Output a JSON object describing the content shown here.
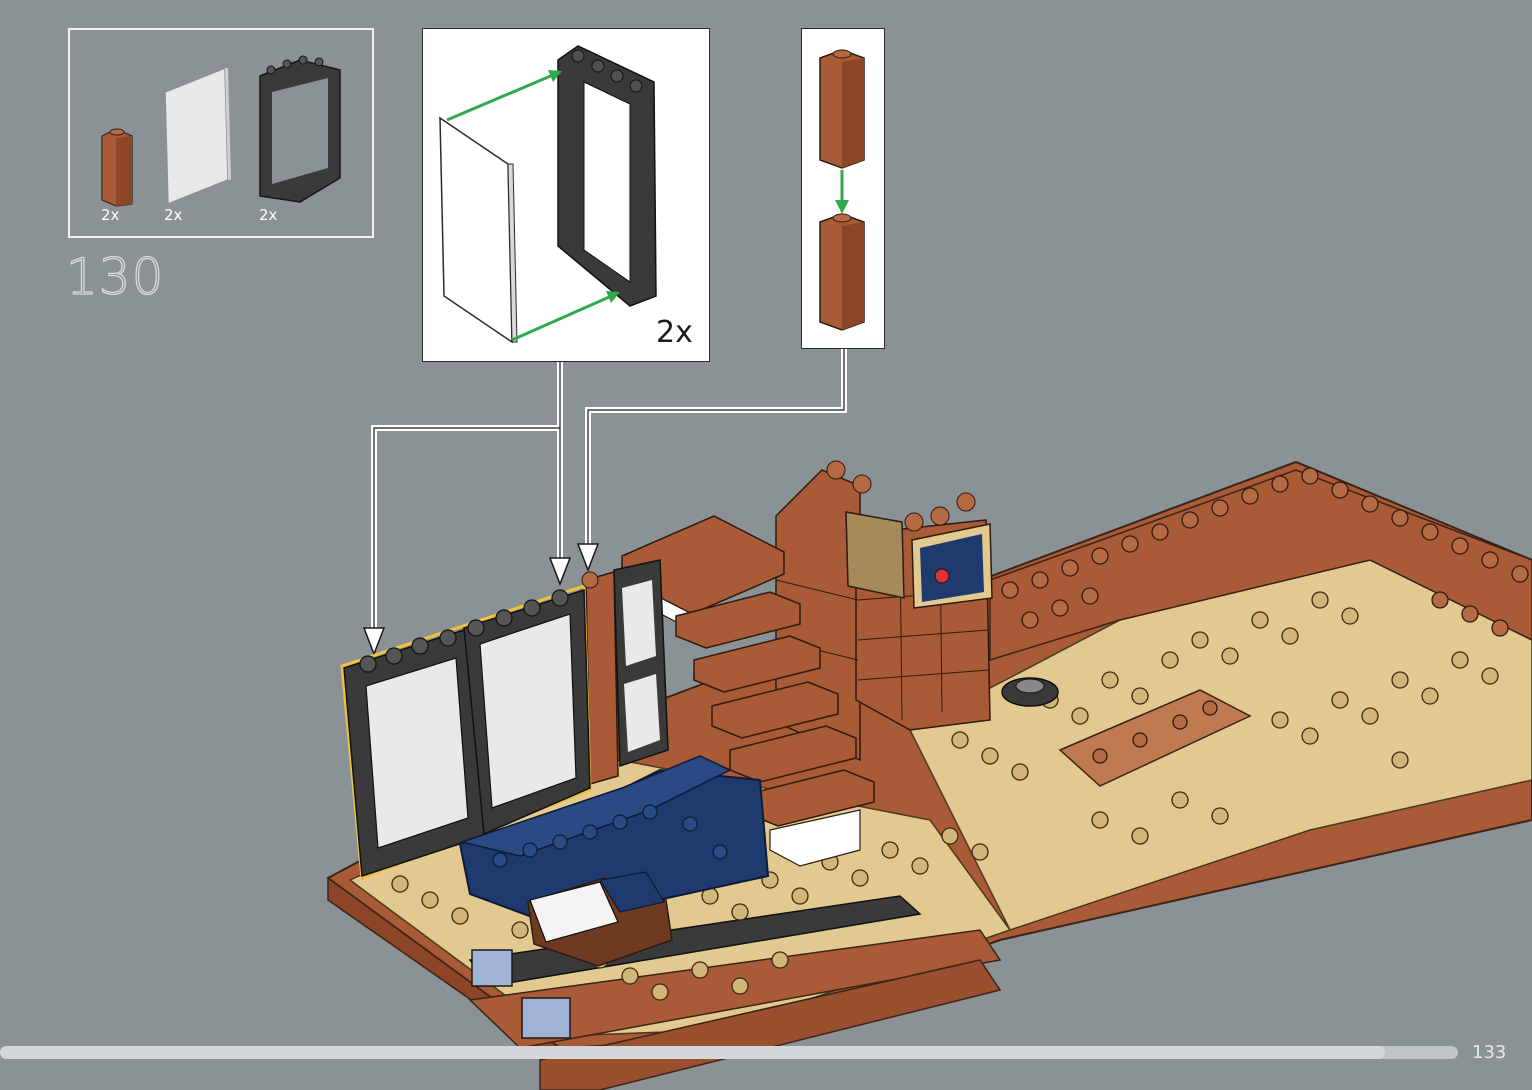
{
  "parts_list": {
    "items": [
      {
        "icon": "brick-1x1x3-reddish-brown-icon",
        "quantity": "2x"
      },
      {
        "icon": "glass-pane-white-icon",
        "quantity": "2x"
      },
      {
        "icon": "window-frame-black-icon",
        "quantity": "2x"
      }
    ]
  },
  "step": {
    "number": "130"
  },
  "sub_assembly_a": {
    "quantity": "2x"
  },
  "page": {
    "number": "133",
    "progress": 0.95
  },
  "colors": {
    "background": "#8a9296",
    "reddish_brown": "#a95a36",
    "tan": "#e2c990",
    "black_frame": "#3a3a3a",
    "dark_blue": "#1e3a6e",
    "arrow_green": "#2fa84f",
    "highlight_yellow": "#f2c23a"
  }
}
